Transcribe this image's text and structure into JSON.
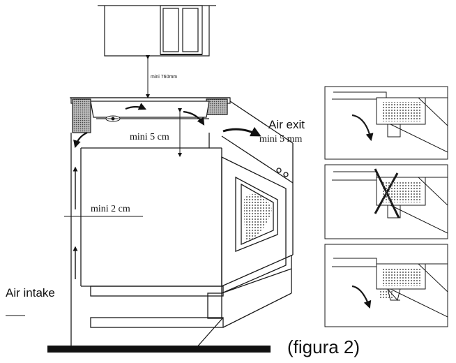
{
  "labels": {
    "top_clearance": "mini 760mm",
    "side_clearance": "mini 5 cm",
    "air_exit": "Air exit",
    "exit_gap": "mini 5 mm",
    "back_clearance": "mini 2 cm",
    "air_intake": "Air intake",
    "figure_caption": "(figura 2)"
  },
  "colors": {
    "line": "#1a1a1a",
    "hatch": "#7a7a7a",
    "floor": "#111111"
  }
}
